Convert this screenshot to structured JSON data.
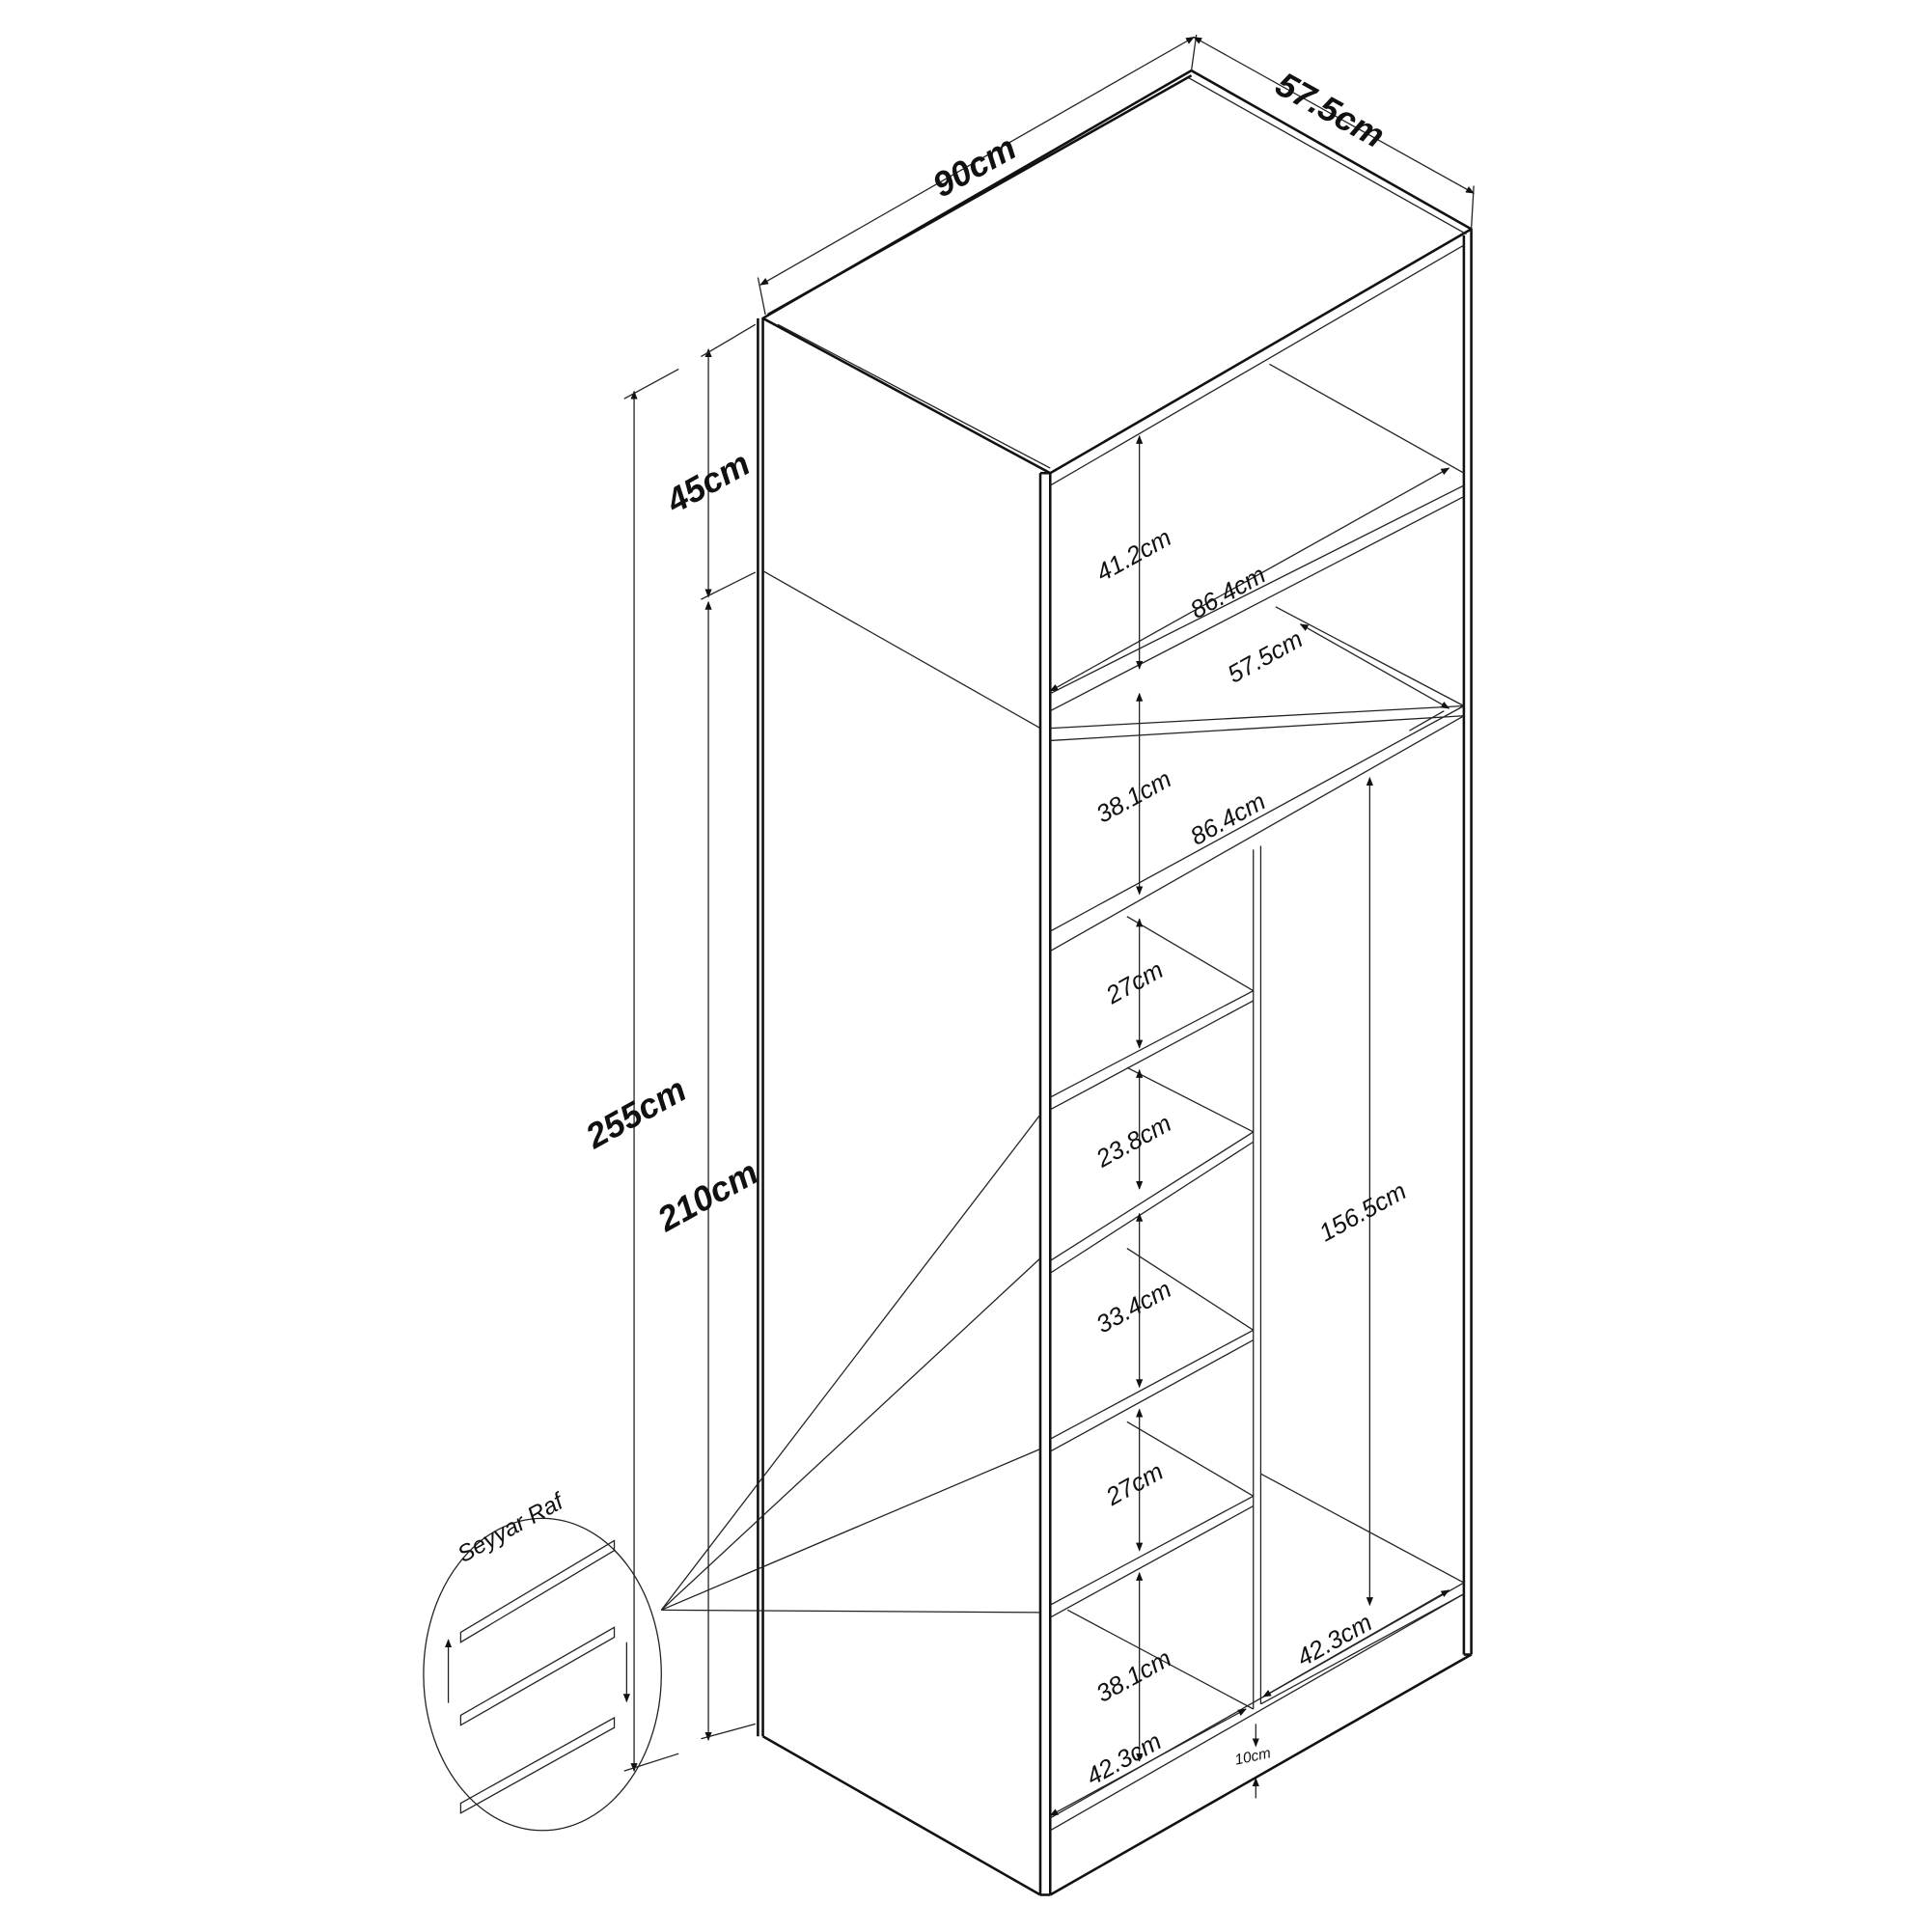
{
  "diagram": {
    "colors": {
      "line": "#111111",
      "background": "#ffffff"
    },
    "labels": {
      "width_total": "90cm",
      "depth_total": "57.5cm",
      "height_total": "255cm",
      "height_top_module": "45cm",
      "height_main_module": "210cm",
      "top_compartment_height": "41.2cm",
      "top_compartment_width": "86.4cm",
      "inner_depth": "57.5cm",
      "upper_shelf_height": "38.1cm",
      "upper_shelf_width": "86.4cm",
      "shelf_27_a": "27cm",
      "shelf_23_8": "23.8cm",
      "shelf_33_4": "33.4cm",
      "shelf_27_b": "27cm",
      "bottom_shelf_height": "38.1cm",
      "hanging_height": "156.5cm",
      "left_bottom_width": "42.3cm",
      "right_bottom_width": "42.3cm",
      "plinth_height": "10cm",
      "movable_shelf": "Seyyar Raf"
    }
  }
}
